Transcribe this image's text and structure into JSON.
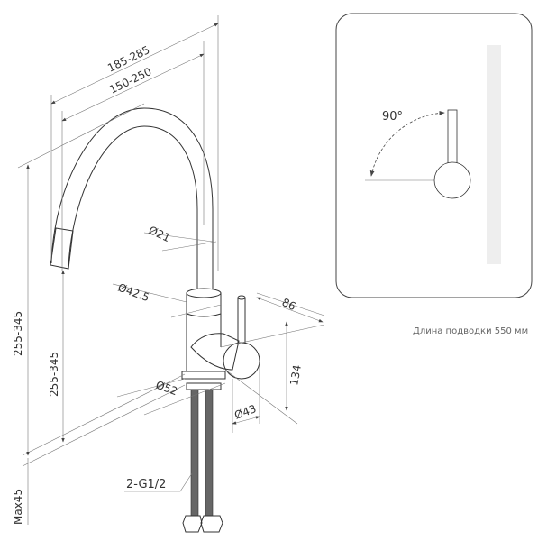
{
  "dimensions": {
    "reach_max": "185-285",
    "reach_min": "150-250",
    "height_outer": "255-345",
    "height_inner": "255-345",
    "max_counter_thickness": "Max45",
    "spout_diameter": "Ø21",
    "body_diameter": "Ø42.5",
    "handle_depth": "86",
    "handle_height": "134",
    "handle_diameter": "Ø43",
    "base_diameter": "Ø52",
    "hose_thread": "2-G1/2"
  },
  "rotation_panel": {
    "angle_label": "90°"
  },
  "caption": "Длина подводки 550 мм"
}
